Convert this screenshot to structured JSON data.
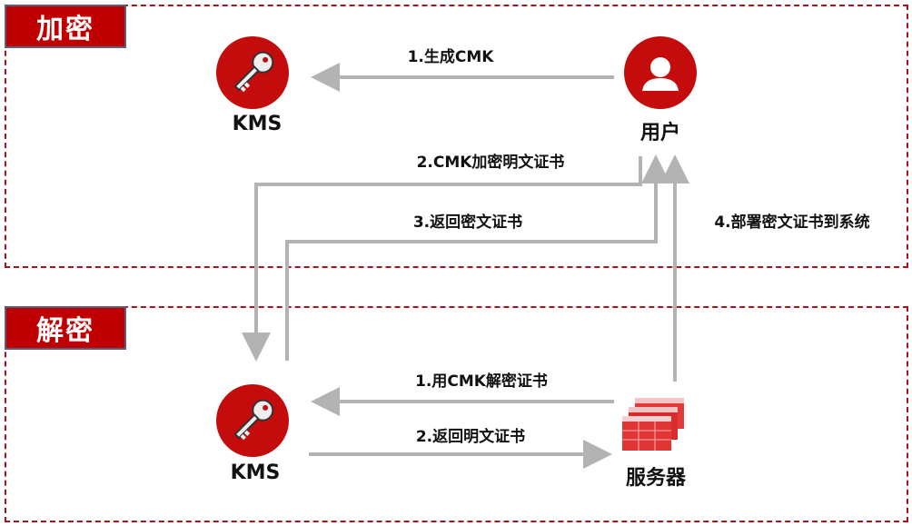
{
  "sections": {
    "encrypt": "加密",
    "decrypt": "解密"
  },
  "nodes": {
    "kms_top": "KMS",
    "user": "用户",
    "kms_bottom": "KMS",
    "server": "服务器"
  },
  "encrypt_steps": [
    "1.生成CMK",
    "2.CMK加密明文证书",
    "3.返回密文证书",
    "4.部署密文证书到系统"
  ],
  "decrypt_steps": [
    "1.用CMK解密证书",
    "2.返回明文证书"
  ],
  "colors": {
    "accent": "#c00000",
    "arrow": "#b3b3b3",
    "border": "#b0101a"
  }
}
